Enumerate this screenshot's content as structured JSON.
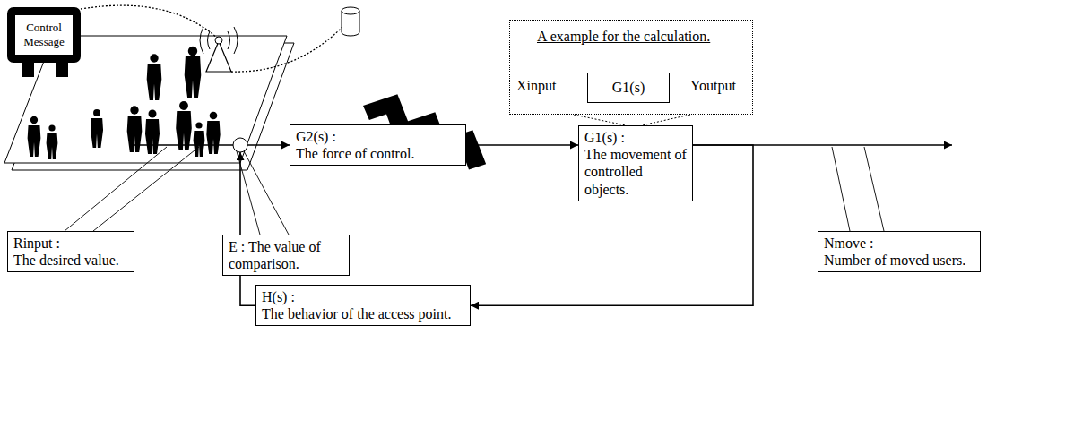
{
  "diagram": {
    "nodes": [
      {
        "text": [
          "Control Message"
        ]
      },
      {
        "text": [
          "A example for the calculation."
        ]
      },
      {
        "text": [
          "G1(s)"
        ],
        "in": 1
      },
      {
        "text": [
          "G2(s) :",
          "The force of control."
        ]
      },
      {
        "text": [
          "G1(s) :",
          "The movement of controlled objects."
        ]
      },
      {
        "text": [
          "Rinput :",
          "The desired value."
        ]
      },
      {
        "text": [
          "E : The value of comparison."
        ]
      },
      {
        "text": [
          "Nmove :",
          "Number of moved users."
        ]
      },
      {
        "text": [
          "H(s) :",
          "The behavior of the access point."
        ]
      }
    ],
    "edges": [
      {
        "from": 3,
        "to": 4,
        "arrow": "to"
      },
      {
        "from": 4,
        "to": 8,
        "arrow": "to"
      }
    ],
    "labels": [
      "Xinput",
      "Youtput"
    ]
  }
}
